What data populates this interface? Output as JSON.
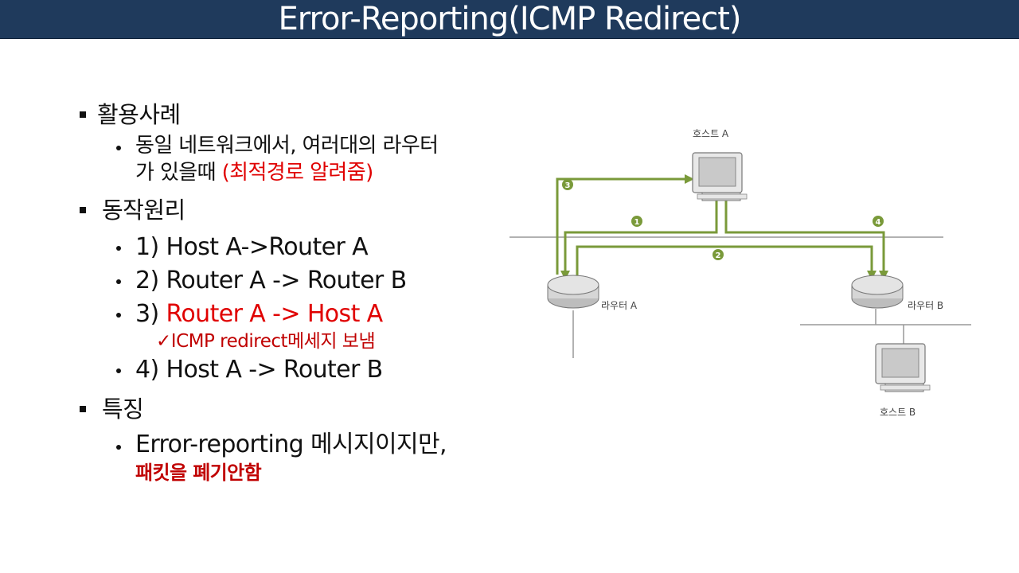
{
  "title": "Error-Reporting(ICMP Redirect)",
  "sections": {
    "usage": {
      "heading": "활용사례",
      "item1_line1": "동일 네트워크에서, 여러대의 라우터",
      "item1_line2": "가 있을때 ",
      "item1_highlight": "(최적경로 알려줌)"
    },
    "principle": {
      "heading": "동작원리",
      "step1": "1) Host A->Router A",
      "step2": "2) Router A -> Router B",
      "step3_prefix": "3) ",
      "step3_highlight": "Router A -> Host A",
      "step3_sub": "ICMP redirect메세지 보냄",
      "step4": "4) Host A -> Router B"
    },
    "features": {
      "heading": "특징",
      "item1_line1": "Error-reporting 메시지이지만,",
      "item1_line2": "패킷을 폐기안함"
    }
  },
  "diagram": {
    "host_a": "호스트 A",
    "host_b": "호스트 B",
    "router_a": "라우터 A",
    "router_b": "라우터 B",
    "step_labels": [
      "1",
      "2",
      "3",
      "4"
    ],
    "arrow_color": "#7a9a3a"
  },
  "colors": {
    "title_bar": "#1f3a5c",
    "highlight_red": "#e00000"
  }
}
